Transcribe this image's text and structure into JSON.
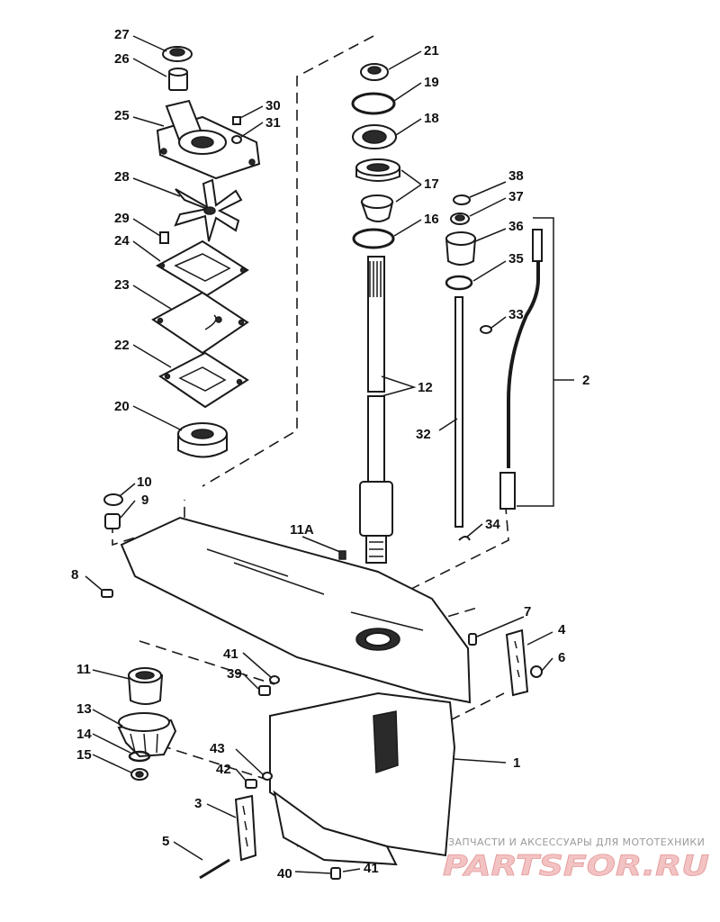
{
  "watermark": {
    "tagline": "ЗАПЧАСТИ И АКСЕССУАРЫ ДЛЯ МОТОТЕХНИКИ",
    "brand": "PARTSFOR.RU",
    "brand_color": "#e6a1a1"
  },
  "callouts": {
    "n1": "1",
    "n2": "2",
    "n3": "3",
    "n4": "4",
    "n5": "5",
    "n6": "6",
    "n7": "7",
    "n8": "8",
    "n9": "9",
    "n10": "10",
    "n11": "11",
    "n11a": "11A",
    "n12": "12",
    "n13": "13",
    "n14": "14",
    "n15": "15",
    "n16": "16",
    "n17": "17",
    "n18": "18",
    "n19": "19",
    "n20": "20",
    "n21": "21",
    "n22": "22",
    "n23": "23",
    "n24": "24",
    "n25": "25",
    "n26": "26",
    "n27": "27",
    "n28": "28",
    "n29": "29",
    "n30": "30",
    "n31": "31",
    "n32": "32",
    "n33": "33",
    "n34": "34",
    "n35": "35",
    "n36": "36",
    "n37": "37",
    "n38": "38",
    "n39": "39",
    "n40": "40",
    "n41": "41",
    "n42": "42",
    "n43": "43"
  }
}
